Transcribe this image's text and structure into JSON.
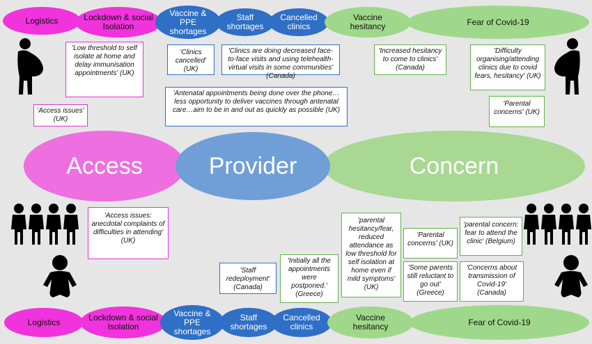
{
  "top_row": [
    {
      "id": "logistics",
      "label": "Logistics",
      "color": "pink"
    },
    {
      "id": "lockdown",
      "label": "Lockdown & social Isolation",
      "color": "pink"
    },
    {
      "id": "vaccine-ppe",
      "label": "Vaccine & PPE shortages",
      "color": "blue"
    },
    {
      "id": "staff",
      "label": "Staff shortages",
      "color": "blue"
    },
    {
      "id": "cancelled",
      "label": "Cancelled clinics",
      "color": "blue"
    },
    {
      "id": "hesitancy",
      "label": "Vaccine hesitancy",
      "color": "green"
    },
    {
      "id": "fear",
      "label": "Fear of Covid-19",
      "color": "green"
    }
  ],
  "bottom_row": [
    {
      "id": "logistics",
      "label": "Logistics",
      "color": "pink"
    },
    {
      "id": "lockdown",
      "label": "Lockdown & social Isolation",
      "color": "pink"
    },
    {
      "id": "vaccine-ppe",
      "label": "Vaccine & PPE shortages",
      "color": "blue"
    },
    {
      "id": "staff",
      "label": "Staff shortages",
      "color": "blue"
    },
    {
      "id": "cancelled",
      "label": "Cancelled clinics",
      "color": "blue"
    },
    {
      "id": "hesitancy",
      "label": "Vaccine hesitancy",
      "color": "green"
    },
    {
      "id": "fear",
      "label": "Fear of Covid-19",
      "color": "green"
    }
  ],
  "themes": {
    "access": "Access",
    "provider": "Provider",
    "concern": "Concern"
  },
  "quotes": {
    "q1": "'Low threshold to self isolate at home and delay immunisation appointments' (UK)",
    "q2": "'Access issues' (UK)",
    "q3": "'Clinics cancelled' (UK)",
    "q4": "'Clinics are doing decreased face-to-face visits and using telehealth-virtual visits in some communities' (Canada)",
    "q5": "'Antenatal appointments being done over the phone…less opportunity to deliver vaccines through antenatal care…aim to be in and out as quickly as possible (UK)",
    "q6": "'Increased hesitancy to come to clinics' (Canada)",
    "q7": "'Difficulty organising/attending clinics due to covid fears, hesitancy' (UK)",
    "q8": "'Parental concerns' (UK)",
    "q9": "'Access issues: anecdotal complaints of difficulties in attending' (UK)",
    "q10": "'Staff redeployment' (Canada)",
    "q11": "'Initially all the appointments were postponed.' (Greece)",
    "q12": "'parental hesitancy/fear, reduced attendance as low threshold for self isolation at home even if mild symptoms' (UK)",
    "q13": "'Parental concerns' (UK)",
    "q14": "'parental concern: fear to attend the clinic' (Belgium)",
    "q15": "'Some parents still reluctant to go out' (Greece)",
    "q16": "'Concerns about transmission of Covid-19' (Canada)"
  },
  "colors": {
    "pink": "#f033dc",
    "blue": "#2f6fc5",
    "green": "#9fd88a"
  }
}
